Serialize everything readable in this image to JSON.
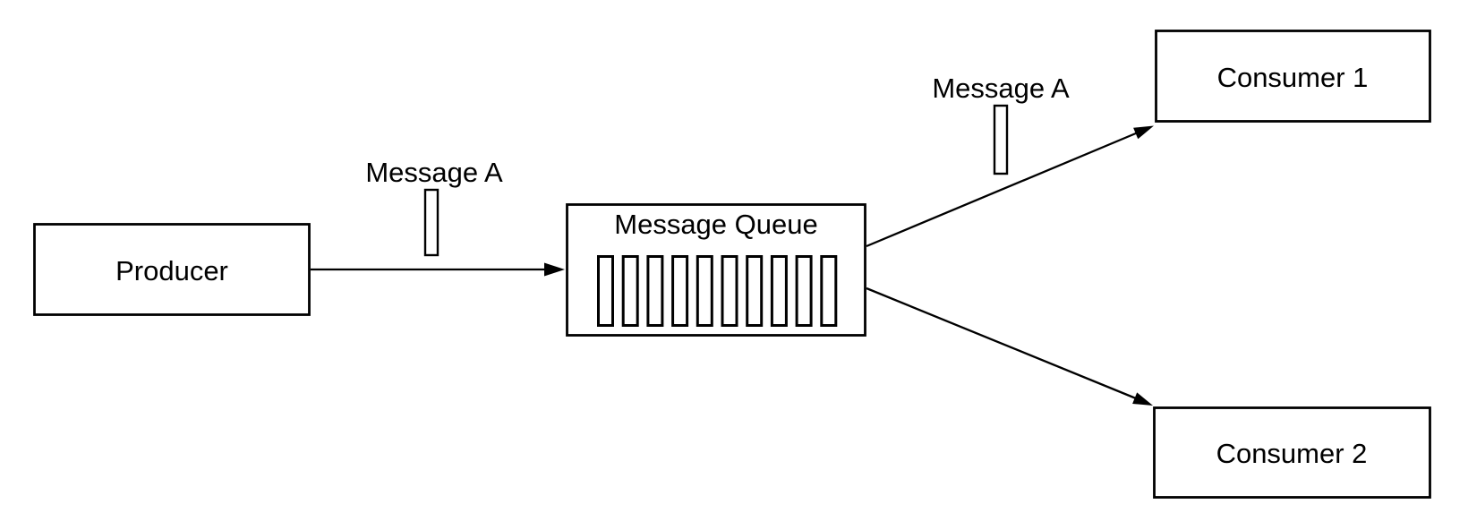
{
  "diagram": {
    "kind": "message-queue-fanout",
    "background_color": "#ffffff",
    "stroke_color": "#000000",
    "text_color": "#000000"
  },
  "nodes": {
    "producer": {
      "label": "Producer"
    },
    "queue": {
      "label": "Message Queue",
      "message_count": 10
    },
    "consumer1": {
      "label": "Consumer 1"
    },
    "consumer2": {
      "label": "Consumer 2"
    }
  },
  "edges": {
    "producer_to_queue": {
      "label": "Message A"
    },
    "queue_to_consumer1": {
      "label": "Message A"
    },
    "queue_to_consumer2": {
      "label": ""
    }
  }
}
